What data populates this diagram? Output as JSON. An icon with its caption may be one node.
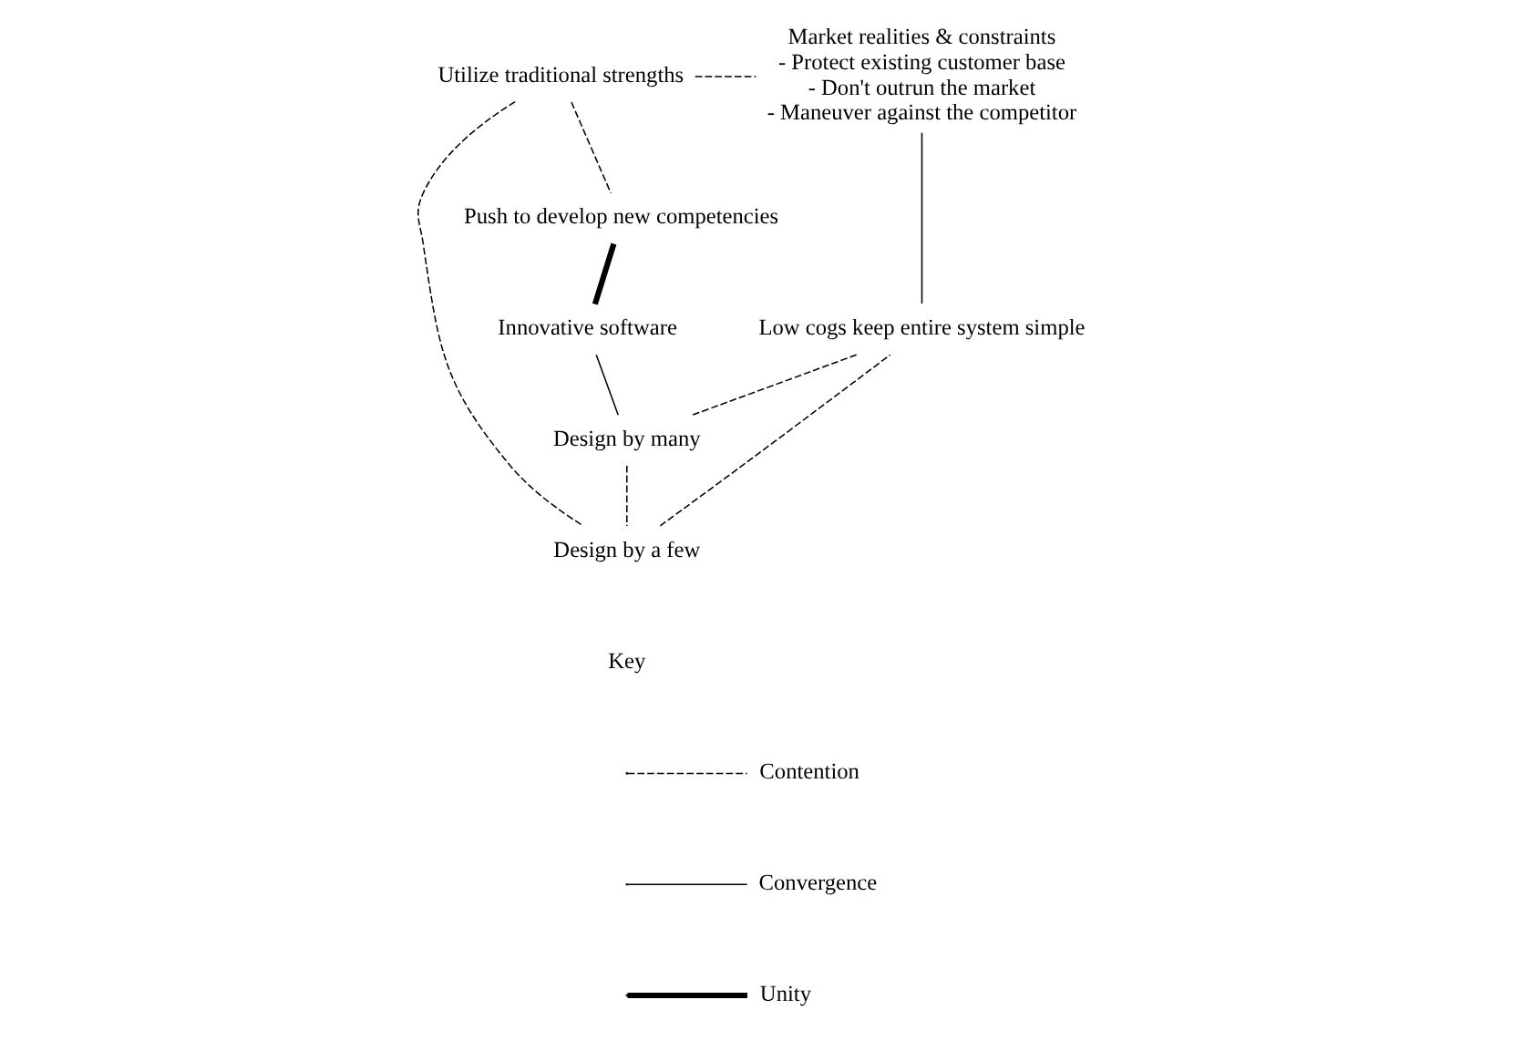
{
  "diagram": {
    "nodes": [
      {
        "text": [
          "Utilize traditional strengths"
        ]
      },
      {
        "text": [
          "Market realities & constraints",
          "- Protect existing customer base",
          "- Don't outrun the market",
          "- Maneuver against the competitor"
        ]
      },
      {
        "text": [
          "Push to develop new competencies"
        ]
      },
      {
        "text": [
          "Innovative software"
        ]
      },
      {
        "text": [
          "Low cogs keep entire system simple"
        ]
      },
      {
        "text": [
          "Design by many"
        ]
      },
      {
        "text": [
          "Design by a few"
        ]
      }
    ],
    "edges": [
      {
        "from": 0,
        "to": 1,
        "arrow": "none",
        "style": "dashed"
      },
      {
        "from": 0,
        "to": 2,
        "arrow": "none",
        "style": "dashed"
      },
      {
        "from": 2,
        "to": 3,
        "arrow": "none",
        "style": "thick"
      },
      {
        "from": 1,
        "to": 4,
        "arrow": "none"
      },
      {
        "from": 3,
        "to": 5,
        "arrow": "none"
      },
      {
        "from": 4,
        "to": 5,
        "arrow": "none",
        "style": "dashed"
      },
      {
        "from": 5,
        "to": 6,
        "arrow": "none",
        "style": "dashed"
      },
      {
        "from": 0,
        "to": 6,
        "arrow": "none",
        "style": "dashed"
      },
      {
        "from": 6,
        "to": 4,
        "arrow": "none",
        "style": "dashed"
      }
    ],
    "labels": [
      "Key"
    ],
    "legend": [
      {
        "text": "Contention"
      },
      {
        "text": "Convergence"
      },
      {
        "text": "Unity"
      }
    ]
  }
}
